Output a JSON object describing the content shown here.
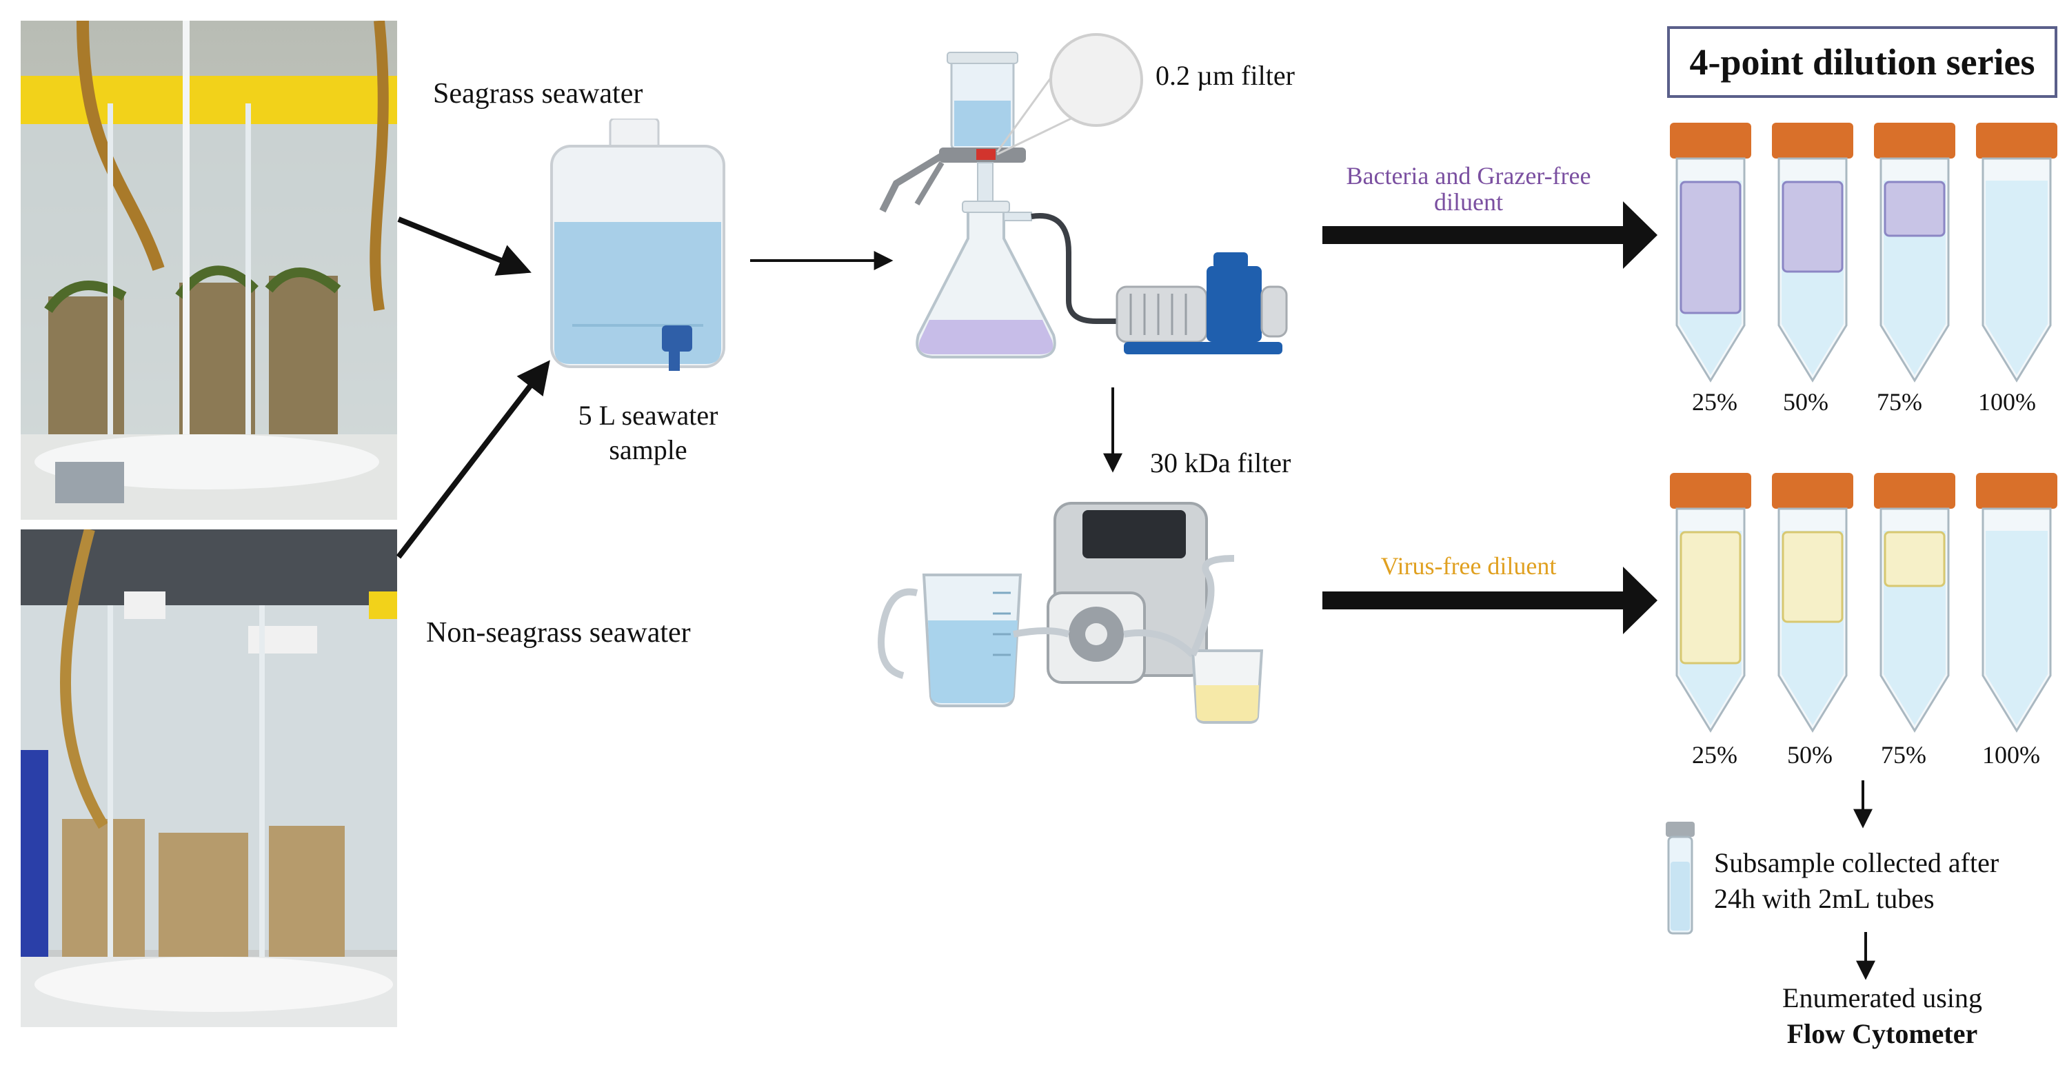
{
  "labels": {
    "seagrass": "Seagrass seawater",
    "non_seagrass": "Non-seagrass seawater",
    "sample_line1": "5 L seawater",
    "sample_line2": "sample",
    "filter_02": "0.2 µm filter",
    "filter_30k": "30 kDa filter",
    "bacteria_line1": "Bacteria and Grazer-free",
    "bacteria_line2": "diluent",
    "virus_free": "Virus-free diluent",
    "dilution_title": "4-point dilution series",
    "subsample_line1": "Subsample collected after",
    "subsample_line2": "24h with 2mL tubes",
    "enumerated_line1": "Enumerated using",
    "enumerated_line2": "Flow Cytometer"
  },
  "dilution_top": [
    "25%",
    "50%",
    "75%",
    "100%"
  ],
  "dilution_bottom": [
    "25%",
    "50%",
    "75%",
    "100%"
  ],
  "colors": {
    "bacteria_text": "#7a4fa0",
    "virus_text": "#e0a020",
    "cap": "#d9702a",
    "tube_water": "#d8eef8",
    "sample_purple": "#c8c4e6",
    "sample_yellow": "#f6f0c8",
    "title_border": "#5a5f8a"
  }
}
